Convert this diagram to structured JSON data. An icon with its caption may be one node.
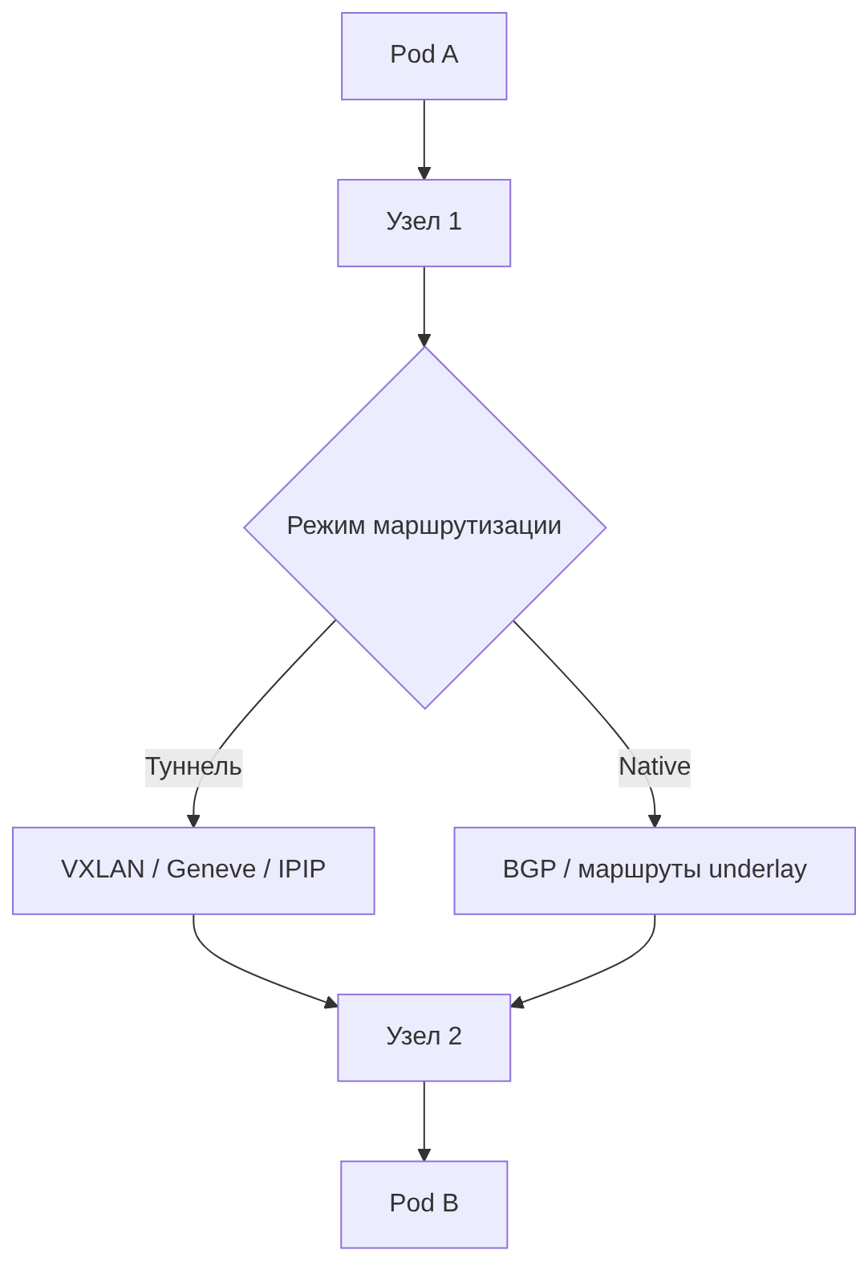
{
  "diagram": {
    "nodes": [
      {
        "text": [
          "Pod A"
        ]
      },
      {
        "text": [
          "Узел 1"
        ]
      },
      {
        "text": [
          "Режим маршрутизации"
        ]
      },
      {
        "text": [
          "VXLAN / Geneve / IPIP"
        ]
      },
      {
        "text": [
          "BGP / маршруты underlay"
        ]
      },
      {
        "text": [
          "Узел 2"
        ]
      },
      {
        "text": [
          "Pod B"
        ]
      }
    ],
    "edges": [
      {
        "from": 0,
        "to": 1,
        "arrow": "to"
      },
      {
        "from": 1,
        "to": 2,
        "arrow": "to"
      },
      {
        "from": 2,
        "to": 3,
        "arrow": "to",
        "label": "Туннель"
      },
      {
        "from": 2,
        "to": 4,
        "arrow": "to",
        "label": "Native"
      },
      {
        "from": 3,
        "to": 5,
        "arrow": "to"
      },
      {
        "from": 4,
        "to": 5,
        "arrow": "to"
      },
      {
        "from": 5,
        "to": 6,
        "arrow": "to"
      }
    ]
  }
}
